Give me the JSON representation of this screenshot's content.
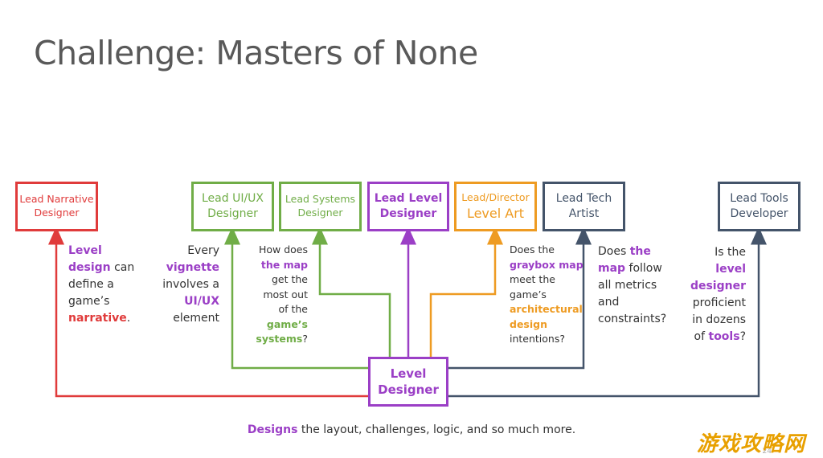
{
  "title": "Challenge: Masters of None",
  "colors": {
    "red": "#e03b3b",
    "green": "#70ad47",
    "purple": "#9b3fc6",
    "orange": "#ee9b22",
    "slate": "#44546a"
  },
  "boxes": {
    "narrative": "Lead Narrative\nDesigner",
    "uiux": "Lead UI/UX\nDesigner",
    "systems": "Lead Systems\nDesigner",
    "level_lead": "Lead Level\nDesigner",
    "director": "Lead/Director",
    "director2": "Level Art",
    "tech": "Lead Tech\nArtist",
    "tools": "Lead Tools\nDeveloper",
    "center": "Level\nDesigner"
  },
  "q1": {
    "a": "Level",
    "b": "design",
    "c": " can",
    "d": "define a",
    "e": "game’s",
    "f": "narrative",
    "g": "."
  },
  "q2": {
    "a": "Every",
    "b": "vignette",
    "c": "involves a",
    "d": "UI/UX",
    "e": "element"
  },
  "q3": {
    "a": "How does",
    "b": "the map",
    "c": "get the",
    "d": "most out",
    "e": "of the",
    "f": "game’s",
    "g": "systems",
    "h": "?"
  },
  "q4": {
    "a": "Does the",
    "b": "graybox map",
    "c": "meet the",
    "d": "game’s",
    "e": "architectural",
    "f": "design",
    "g": "intentions?"
  },
  "q5": {
    "a": "Does ",
    "b": "the",
    "c": "map",
    "d": " follow",
    "e": "all metrics",
    "f": "and",
    "g": "constraints?"
  },
  "q6": {
    "a": "Is the",
    "b": "level",
    "c": "designer",
    "d": "proficient",
    "e": "in dozens",
    "f": "of ",
    "g": "tools",
    "h": "?"
  },
  "footer": {
    "a": "Designs",
    "b": " the layout, challenges, logic, and so much more."
  },
  "page_number": "24",
  "watermark": "游戏攻略网"
}
